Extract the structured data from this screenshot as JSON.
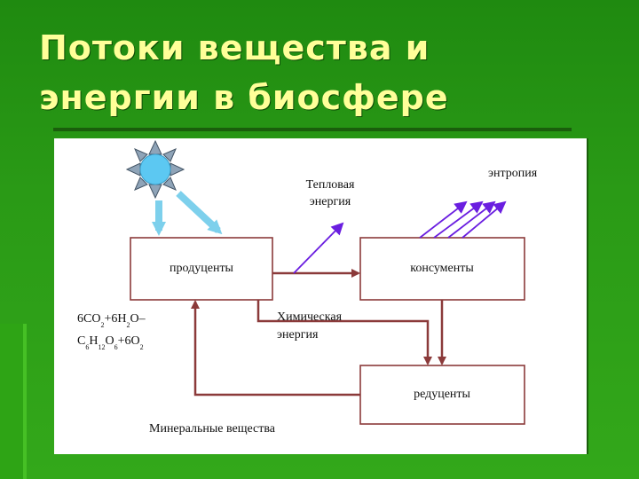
{
  "slide": {
    "title_line1": "Потоки вещества и",
    "title_line2": "энергии в биосфере"
  },
  "diagram": {
    "nodes": {
      "producers": "продуценты",
      "consumers": "консументы",
      "reducers": "редуценты"
    },
    "labels": {
      "entropy": "энтропия",
      "thermal_line1": "Тепловая",
      "thermal_line2": "энергия",
      "chemical_line1": "Химическая",
      "chemical_line2": "энергия",
      "minerals": "Минеральные вещества"
    },
    "equation": {
      "line1": [
        {
          "text": "6CO",
          "sub": "2"
        },
        {
          "text": "+6H",
          "sub": "2"
        },
        {
          "text": "O–",
          "sub": ""
        }
      ],
      "line2": [
        {
          "text": "C",
          "sub": "6"
        },
        {
          "text": "H",
          "sub": "12"
        },
        {
          "text": "O",
          "sub": "6"
        },
        {
          "text": "+6O",
          "sub": "2"
        }
      ]
    },
    "colors": {
      "flow_arrow": "#8b3a3a",
      "energy_arrow": "#6a1ee0",
      "sunlight_arrow": "#7dd0ec",
      "sun_fill": "#5cc8f2",
      "sun_ray": "#8fa4b8"
    }
  }
}
